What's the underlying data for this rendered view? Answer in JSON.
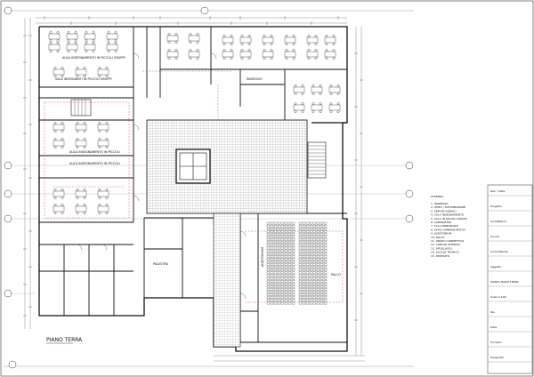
{
  "drawing": {
    "plan_title": "PIANO TERRA"
  },
  "rooms": [
    {
      "id": "r1",
      "label": "AULA INSEGNAMENTO IN PICCOLI GRUPPI"
    },
    {
      "id": "r2",
      "label": "SALA INSEGNANTI IN PICCOLI GRUPPI"
    },
    {
      "id": "r3",
      "label": "AULA INSEGNAMENTO IN PICCOLI"
    },
    {
      "id": "r4",
      "label": "AULA INSEGNAMENTO IN PICCOLI"
    },
    {
      "id": "r5",
      "label": "AUDITORIUM"
    },
    {
      "id": "r6",
      "label": "PALESTRA"
    },
    {
      "id": "r7",
      "label": "PALCO"
    },
    {
      "id": "r8",
      "label": "INGRESSO"
    }
  ],
  "legend": {
    "heading": "LEGENDA",
    "items": [
      "1. INGRESSO",
      "2. ATRIO / DISTRIBUZIONE",
      "3. SERVIZI IGIENICI",
      "4. AULA INSEGNAMENTO",
      "5. AULA IN PICCOLI GRUPPI",
      "6. LABORATORI",
      "7. SALA INSEGNANTI",
      "8. UFFICI AMMINISTRATIVI",
      "9. AUDITORIUM",
      "10. PALCO",
      "11. SPAZIO CONNETTIVO",
      "12. CORTILE INTERNO",
      "13. SPOGLIATOI",
      "14. LOCALE TECNICO",
      "15. DEPOSITO"
    ]
  },
  "title_block": {
    "rows": [
      "Rev. / Data",
      "Progetto",
      "Architettura",
      "Scuola",
      "Committente",
      "Oggetto",
      "PIANTA PIANO TERRA",
      "Scala 1:100",
      "Tav.",
      "Data",
      "Formato",
      "Disegnato"
    ]
  }
}
